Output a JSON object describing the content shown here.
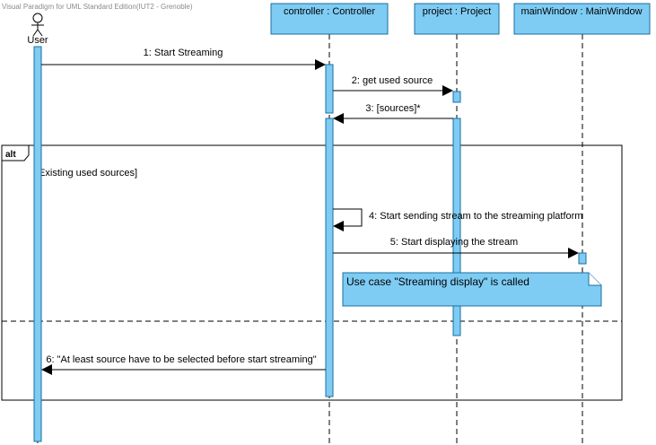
{
  "watermark": "Visual Paradigm for UML Standard Edition(IUT2 - Grenoble)",
  "colors": {
    "fill": "#7ECCF4",
    "stroke": "#1A6FA0",
    "line": "#000000"
  },
  "actor": {
    "label": "User",
    "icon": "stick-figure-icon"
  },
  "lifelines": [
    {
      "id": "controller",
      "label": "controller : Controller"
    },
    {
      "id": "project",
      "label": "project : Project"
    },
    {
      "id": "mainWindow",
      "label": "mainWindow : MainWindow"
    }
  ],
  "messages": [
    {
      "id": "m1",
      "label": "1: Start Streaming",
      "kind": "call"
    },
    {
      "id": "m2",
      "label": "2: get used source",
      "kind": "call"
    },
    {
      "id": "m3",
      "label": "3: [sources]*",
      "kind": "return"
    },
    {
      "id": "m4",
      "label": "4: Start sending stream to the streaming platform",
      "kind": "self"
    },
    {
      "id": "m5",
      "label": "5: Start displaying the stream",
      "kind": "call"
    },
    {
      "id": "m6",
      "label": "6: \"At least source have to be selected before start streaming\"",
      "kind": "call"
    }
  ],
  "fragment": {
    "operator": "alt",
    "guard": "[Existing used sources]"
  },
  "note": {
    "text": "Use case \"Streaming display\" is called"
  }
}
